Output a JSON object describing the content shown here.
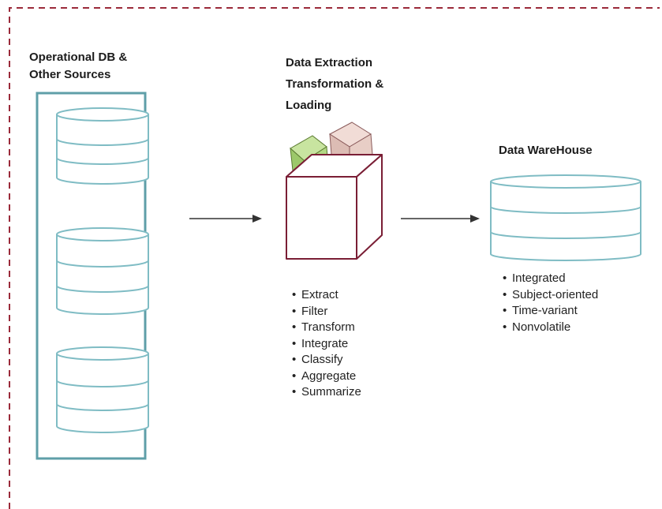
{
  "sources": {
    "title_line1": "Operational DB &",
    "title_line2": "Other Sources"
  },
  "etl": {
    "title_line1": "Data Extraction",
    "title_line2": "Transformation &",
    "title_line3": "Loading",
    "steps": [
      "Extract",
      "Filter",
      "Transform",
      "Integrate",
      "Classify",
      "Aggregate",
      "Summarize"
    ]
  },
  "warehouse": {
    "title": "Data WareHouse",
    "properties": [
      "Integrated",
      "Subject-oriented",
      "Time-variant",
      "Nonvolatile"
    ]
  },
  "colors": {
    "frame_border": "#9b2a3a",
    "database_stroke": "#7fbcc4",
    "source_panel_stroke": "#5f9fa8",
    "cube_stroke": "#7a1e35",
    "arrow": "#333333"
  }
}
